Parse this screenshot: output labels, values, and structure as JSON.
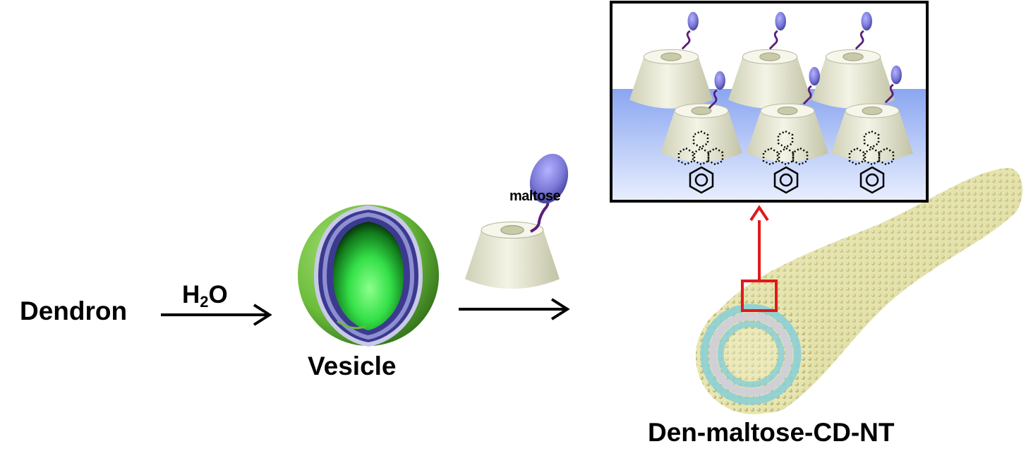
{
  "labels": {
    "start": "Dendron",
    "solvent_main": "H",
    "solvent_sub": "2",
    "solvent_end": "O",
    "intermediate": "Vesicle",
    "reagent": "maltose",
    "product": "Den-maltose-CD-NT"
  },
  "colors": {
    "arrow": "#000000",
    "zoom_highlight": "#e0191b",
    "vesicle_outer": "#6bbd3a",
    "vesicle_core": "#34e048",
    "membrane_band": "#7d7fc8",
    "cyclodextrin": "#eeeedd",
    "maltose": "#7a78d6",
    "linker": "#5a1e7a",
    "nanotube": "#e4e2a6",
    "nanotube_ring": "#8ccfd6",
    "water": "#9db5f2"
  },
  "icons": [
    "cyclodextrin-cone-icon",
    "maltose-ellipse-icon",
    "benzene-ring-icon",
    "vesicle-sphere-icon",
    "nanotube-icon"
  ]
}
